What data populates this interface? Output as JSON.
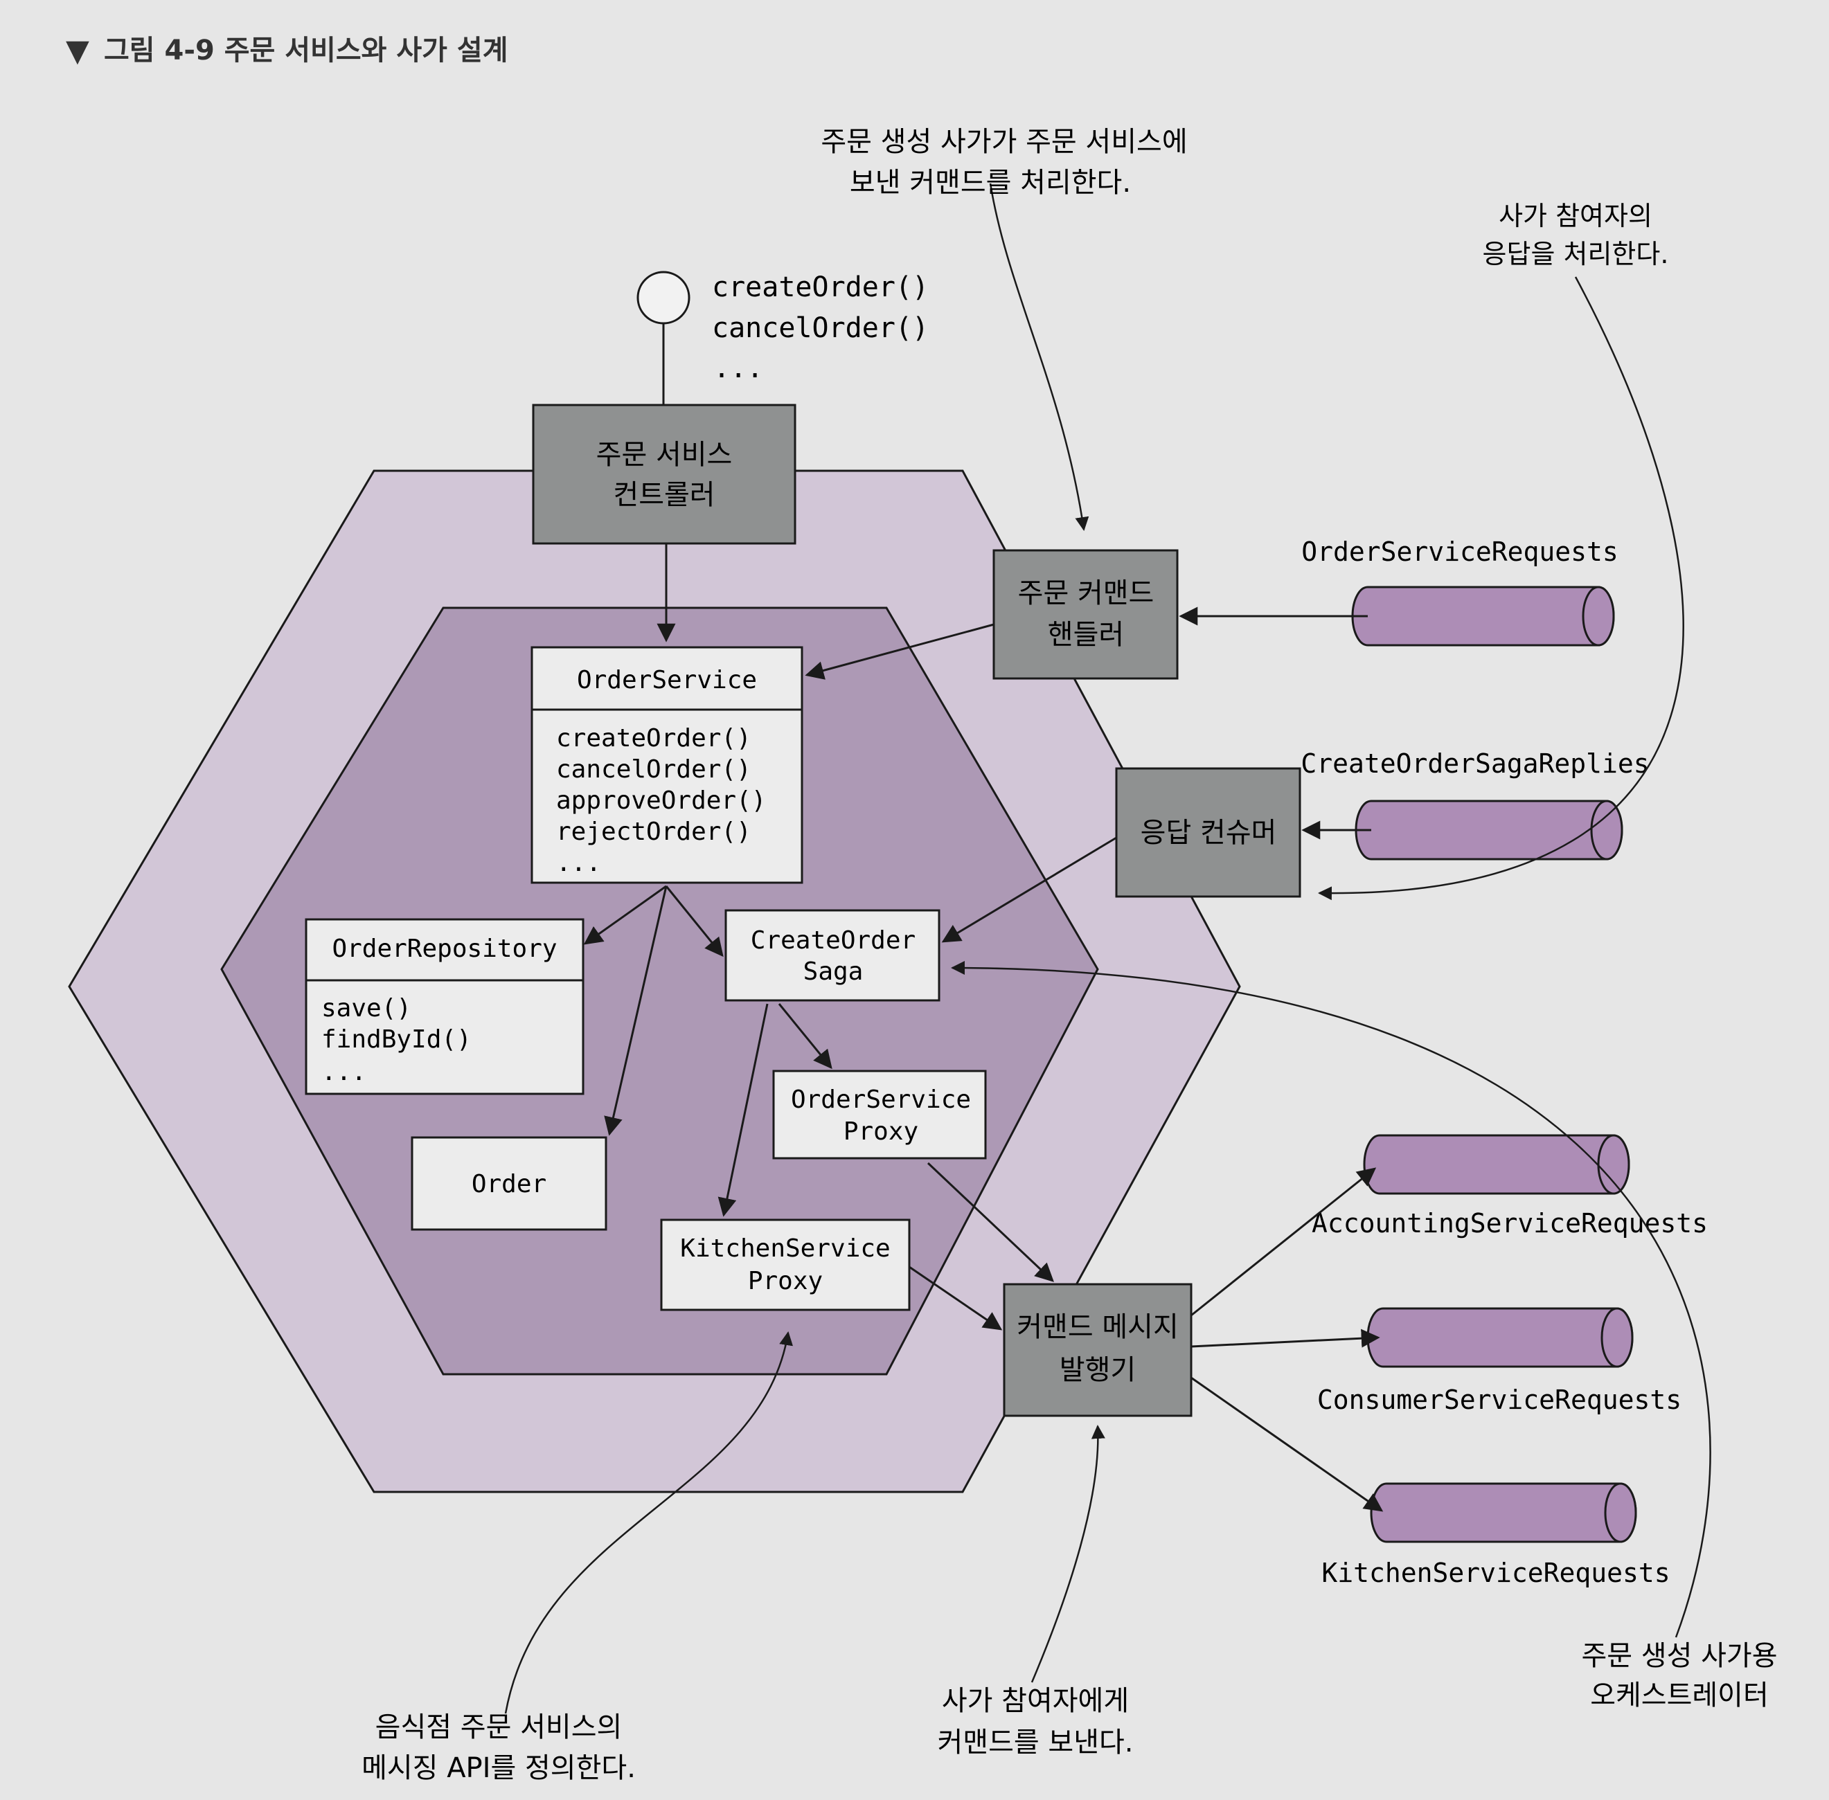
{
  "figure": {
    "title_marker": "▼",
    "title": "그림 4-9 주문 서비스와 사가 설계"
  },
  "interface_methods": [
    "createOrder()",
    "cancelOrder()",
    "..."
  ],
  "controller": [
    "주문 서비스",
    "컨트롤러"
  ],
  "order_service": {
    "name": "OrderService",
    "methods": [
      "createOrder()",
      "cancelOrder()",
      "approveOrder()",
      "rejectOrder()",
      "..."
    ]
  },
  "order_repository": {
    "name": "OrderRepository",
    "methods": [
      "save()",
      "findById()",
      "..."
    ]
  },
  "create_order_saga": [
    "CreateOrder",
    "Saga"
  ],
  "order_service_proxy": [
    "OrderService",
    "Proxy"
  ],
  "order_entity": "Order",
  "kitchen_service_proxy": [
    "KitchenService",
    "Proxy"
  ],
  "command_handler": [
    "주문 커맨드",
    "핸들러"
  ],
  "reply_consumer": "응답 컨슈머",
  "command_publisher": [
    "커맨드 메시지",
    "발행기"
  ],
  "channels": {
    "order_service_requests": "OrderServiceRequests",
    "create_order_saga_replies": "CreateOrderSagaReplies",
    "accounting_service_requests": "AccountingServiceRequests",
    "consumer_service_requests": "ConsumerServiceRequests",
    "kitchen_service_requests": "KitchenServiceRequests"
  },
  "annotations": {
    "handles_saga_commands": [
      "주문 생성 사가가 주문 서비스에",
      "보낸 커맨드를 처리한다."
    ],
    "handles_participant_replies": [
      "사가 참여자의",
      "응답을 처리한다."
    ],
    "defines_messaging_api": [
      "음식점 주문 서비스의",
      "메시징 API를 정의한다."
    ],
    "sends_commands": [
      "사가 참여자에게",
      "커맨드를 보낸다."
    ],
    "orchestrator": [
      "주문 생성 사가용",
      "오케스트레이터"
    ]
  },
  "colors": {
    "page": "#e6e6e6",
    "outer_hexagon": "#d2c6d7",
    "inner_hexagon": "#ad99b5",
    "dark_box": "#8f9191",
    "light_box": "#ececec",
    "channel_fill": "#ad8db6",
    "line": "#1a1a1a"
  }
}
